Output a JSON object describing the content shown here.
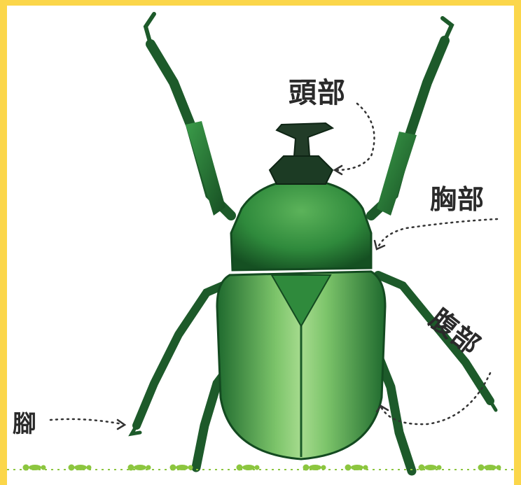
{
  "labels": {
    "head": "頭部",
    "thorax": "胸部",
    "abdomen": "腹部",
    "leg": "腳"
  },
  "colors": {
    "frame": "#fbd64a",
    "beetle_dark": "#1d5a2a",
    "beetle_mid": "#2f8a3c",
    "beetle_light": "#8fd07a",
    "leader_line": "#333333",
    "strip_green": "#8cc63f"
  }
}
